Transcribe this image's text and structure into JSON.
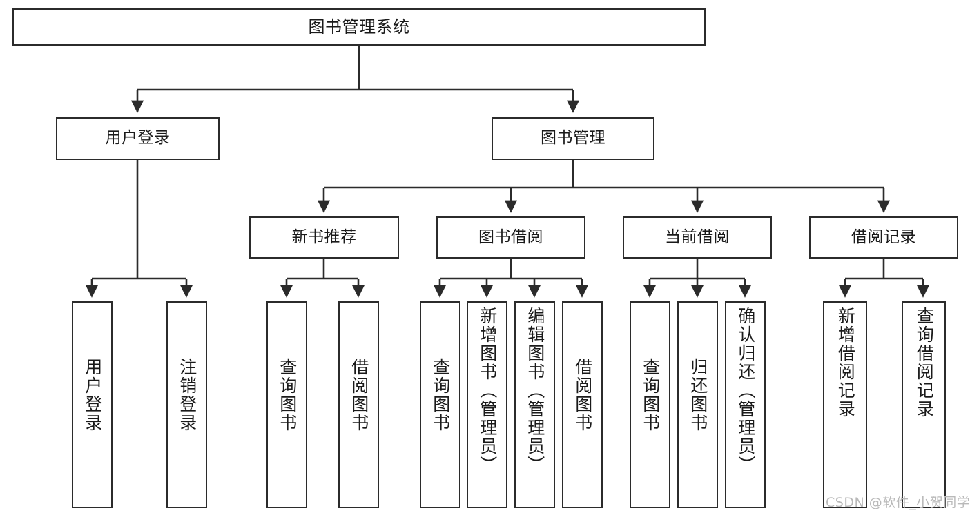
{
  "diagram": {
    "type": "tree-hierarchy-diagram",
    "title": "图书管理系统",
    "levels": 4,
    "root": {
      "label": "图书管理系统",
      "children": [
        {
          "label": "用户登录",
          "children": [
            {
              "label": "用户登录"
            },
            {
              "label": "注销登录"
            }
          ]
        },
        {
          "label": "图书管理",
          "children": [
            {
              "label": "新书推荐",
              "children": [
                {
                  "label": "查询图书"
                },
                {
                  "label": "借阅图书"
                }
              ]
            },
            {
              "label": "图书借阅",
              "children": [
                {
                  "label": "查询图书"
                },
                {
                  "label": "新增图书（管理员）"
                },
                {
                  "label": "编辑图书（管理员）"
                },
                {
                  "label": "借阅图书"
                }
              ]
            },
            {
              "label": "当前借阅",
              "children": [
                {
                  "label": "查询图书"
                },
                {
                  "label": "归还图书"
                },
                {
                  "label": "确认归还（管理员）"
                }
              ]
            },
            {
              "label": "借阅记录",
              "children": [
                {
                  "label": "新增借阅记录"
                },
                {
                  "label": "查询借阅记录"
                }
              ]
            }
          ]
        }
      ]
    }
  },
  "nodes": {
    "root": "图书管理系统",
    "l1": {
      "user_login": "用户登录",
      "book_manage": "图书管理"
    },
    "l2": {
      "new_book_rec": "新书推荐",
      "book_borrow": "图书借阅",
      "current_borrow": "当前借阅",
      "borrow_record": "借阅记录"
    },
    "leaves": {
      "user_login": "用户登录",
      "logout": "注销登录",
      "query_book_a": "查询图书",
      "borrow_book_a": "借阅图书",
      "query_book_b": "查询图书",
      "add_book_admin": "新增图书（管理员）",
      "edit_book_admin": "编辑图书（管理员）",
      "borrow_book_b": "借阅图书",
      "query_book_c": "查询图书",
      "return_book": "归还图书",
      "confirm_return_admin": "确认归还（管理员）",
      "add_borrow_record": "新增借阅记录",
      "query_borrow_record": "查询借阅记录"
    }
  },
  "watermark": {
    "text": "CSDN @软件_小贺同学"
  },
  "colors": {
    "stroke": "#2b2b2b",
    "box_fill": "#ffffff",
    "text": "#1a1a1a",
    "watermark": "#b9b9b9",
    "background": "#ffffff"
  }
}
